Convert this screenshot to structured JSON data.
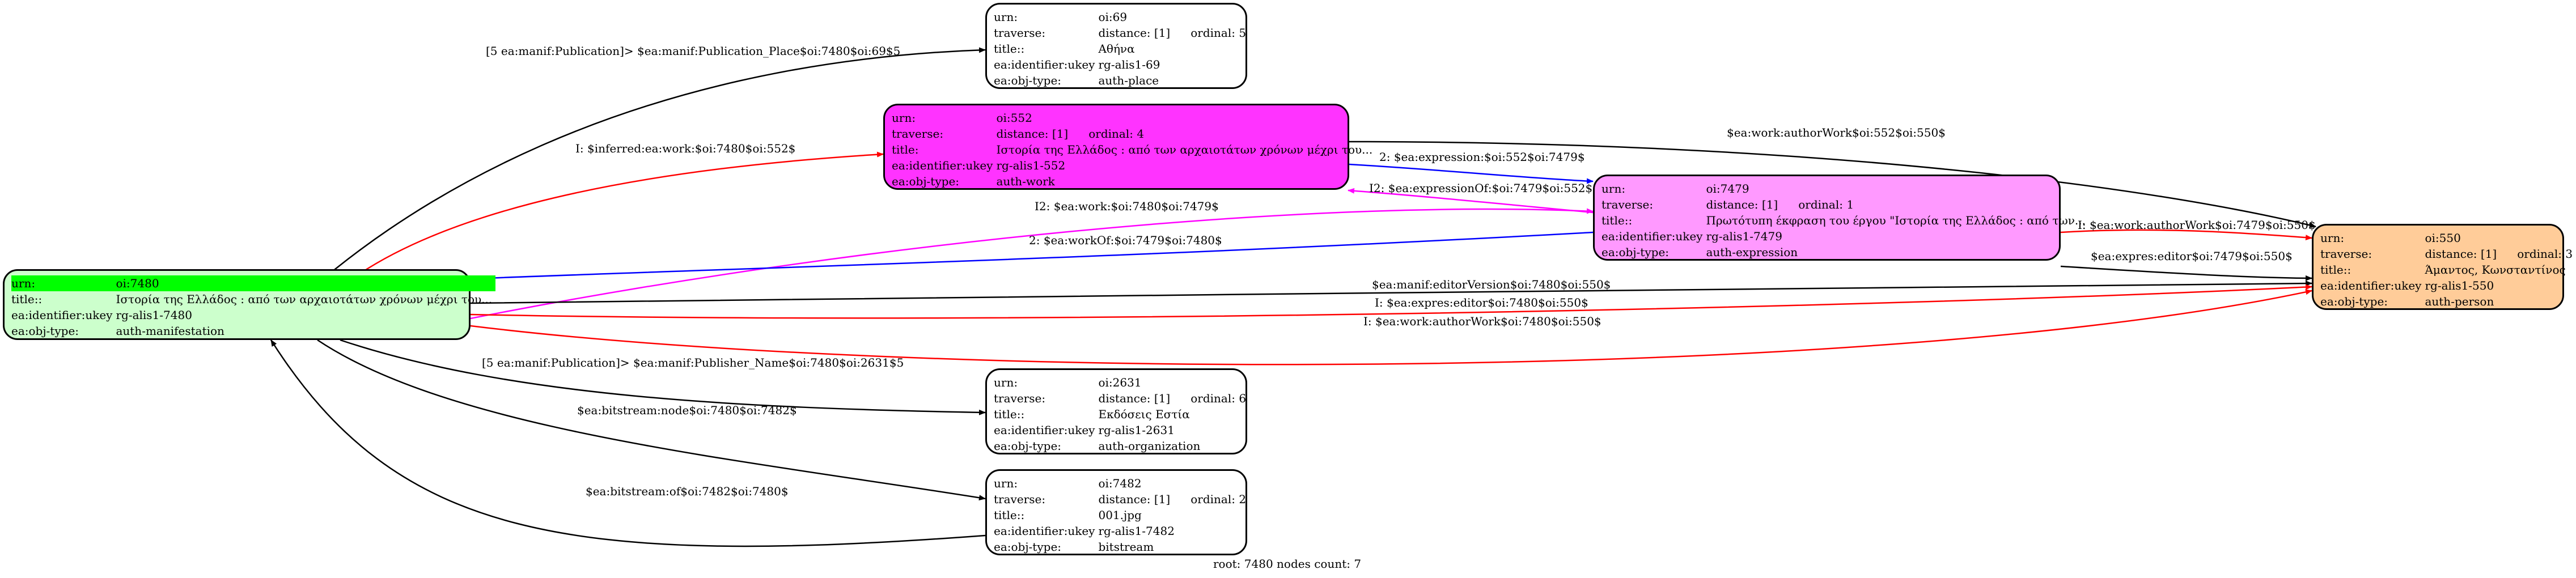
{
  "nodes": {
    "place": {
      "urn_key": "urn:",
      "urn": "oi:69",
      "traverse_key": "traverse:",
      "distance": "distance: [1]",
      "ordinal": "ordinal: 5",
      "title_key": "title::",
      "title": "Αθήνα",
      "ukey_key": "ea:identifier:ukey",
      "ukey": "rg-alis1-69",
      "type_key": "ea:obj-type:",
      "type": "auth-place"
    },
    "work": {
      "urn_key": "urn:",
      "urn": "oi:552",
      "traverse_key": "traverse:",
      "distance": "distance: [1]",
      "ordinal": "ordinal: 4",
      "title_key": "title:",
      "title": "Ιστορία της Ελλάδος : από των αρχαιοτάτων χρόνων μέχρι του...",
      "ukey_key": "ea:identifier:ukey",
      "ukey": "rg-alis1-552",
      "type_key": "ea:obj-type:",
      "type": "auth-work"
    },
    "expression": {
      "urn_key": "urn:",
      "urn": "oi:7479",
      "traverse_key": "traverse:",
      "distance": "distance: [1]",
      "ordinal": "ordinal: 1",
      "title_key": "title::",
      "title": "Πρωτότυπη έκφραση του έργου \"Ιστορία της Ελλάδος : από των...",
      "ukey_key": "ea:identifier:ukey",
      "ukey": "rg-alis1-7479",
      "type_key": "ea:obj-type:",
      "type": "auth-expression"
    },
    "manifestation": {
      "urn_key": "urn:",
      "urn": "oi:7480",
      "title_key": "title::",
      "title": "Ιστορία της Ελλάδος : από των αρχαιοτάτων χρόνων μέχρι του...",
      "ukey_key": "ea:identifier:ukey",
      "ukey": "rg-alis1-7480",
      "type_key": "ea:obj-type:",
      "type": "auth-manifestation"
    },
    "person": {
      "urn_key": "urn:",
      "urn": "oi:550",
      "traverse_key": "traverse:",
      "distance": "distance: [1]",
      "ordinal": "ordinal: 3",
      "title_key": "title::",
      "title": "Άμαντος, Κωνσταντίνος",
      "ukey_key": "ea:identifier:ukey",
      "ukey": "rg-alis1-550",
      "type_key": "ea:obj-type:",
      "type": "auth-person"
    },
    "org": {
      "urn_key": "urn:",
      "urn": "oi:2631",
      "traverse_key": "traverse:",
      "distance": "distance: [1]",
      "ordinal": "ordinal: 6",
      "title_key": "title::",
      "title": "Εκδόσεις Εστία",
      "ukey_key": "ea:identifier:ukey",
      "ukey": "rg-alis1-2631",
      "type_key": "ea:obj-type:",
      "type": "auth-organization"
    },
    "bitstream": {
      "urn_key": "urn:",
      "urn": "oi:7482",
      "traverse_key": "traverse:",
      "distance": "distance: [1]",
      "ordinal": "ordinal: 2",
      "title_key": "title::",
      "title": "001.jpg",
      "ukey_key": "ea:identifier:ukey",
      "ukey": "rg-alis1-7482",
      "type_key": "ea:obj-type:",
      "type": "bitstream"
    }
  },
  "edges": [
    {
      "id": "e-pub-place",
      "color": "#000000",
      "label": "[5 ea:manif:Publication]> $ea:manif:Publication_Place$oi:7480$oi:69$5"
    },
    {
      "id": "e-inferred-work",
      "color": "#ff0000",
      "label": "I: $inferred:ea:work:$oi:7480$oi:552$"
    },
    {
      "id": "e-work-author",
      "color": "#000000",
      "label": "$ea:work:authorWork$oi:552$oi:550$"
    },
    {
      "id": "e-expression",
      "color": "#0000ff",
      "label": "2: $ea:expression:$oi:552$oi:7479$"
    },
    {
      "id": "e-expression-of",
      "color": "#ff00ff",
      "label": "I2: $ea:expressionOf:$oi:7479$oi:552$"
    },
    {
      "id": "e-i2-work",
      "color": "#ff00ff",
      "label": "I2: $ea:work:$oi:7480$oi:7479$"
    },
    {
      "id": "e-work-of",
      "color": "#0000ff",
      "label": "2: $ea:workOf:$oi:7479$oi:7480$"
    },
    {
      "id": "e-expr-author",
      "color": "#ff0000",
      "label": "I: $ea:work:authorWork$oi:7479$oi:550$"
    },
    {
      "id": "e-expr-editor",
      "color": "#000000",
      "label": "$ea:expres:editor$oi:7479$oi:550$"
    },
    {
      "id": "e-editor-version",
      "color": "#000000",
      "label": "$ea:manif:editorVersion$oi:7480$oi:550$"
    },
    {
      "id": "e-i-editor",
      "color": "#ff0000",
      "label": "I: $ea:expres:editor$oi:7480$oi:550$"
    },
    {
      "id": "e-i-author",
      "color": "#ff0000",
      "label": "I: $ea:work:authorWork$oi:7480$oi:550$"
    },
    {
      "id": "e-publisher",
      "color": "#000000",
      "label": "[5 ea:manif:Publication]> $ea:manif:Publisher_Name$oi:7480$oi:2631$5"
    },
    {
      "id": "e-bitstream-node",
      "color": "#000000",
      "label": "$ea:bitstream:node$oi:7480$oi:7482$"
    },
    {
      "id": "e-bitstream-of",
      "color": "#000000",
      "label": "$ea:bitstream:of$oi:7482$oi:7480$"
    }
  ],
  "footer": "root: 7480 nodes count: 7",
  "colors": {
    "manifestation": "#ccffcc",
    "manifestation_highlight": "#00ff00",
    "work": "#ff33ff",
    "expression": "#ff99ff",
    "person": "#ffcc99"
  }
}
